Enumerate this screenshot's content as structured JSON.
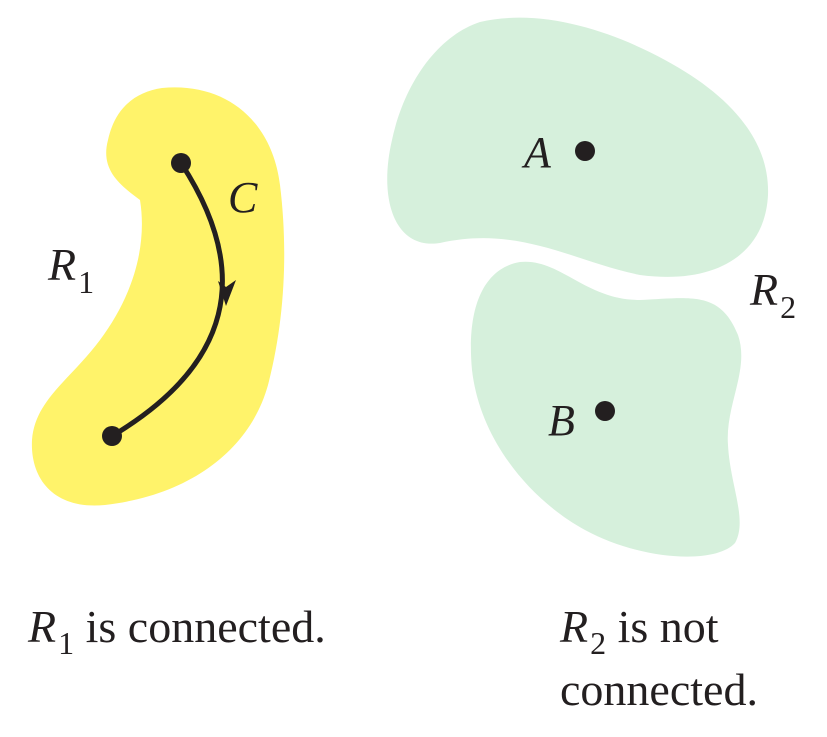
{
  "colors": {
    "region_r1_fill": "#fff36a",
    "region_r2_fill": "#d6f0dc",
    "ink": "#231f20",
    "background": "#ffffff"
  },
  "region_r1": {
    "label_main": "R",
    "label_sub": "1",
    "curve_label": "C"
  },
  "region_r2": {
    "label_main": "R",
    "label_sub": "2",
    "point_a": "A",
    "point_b": "B"
  },
  "captions": {
    "r1": {
      "main": "R",
      "sub": "1",
      "text": " is connected."
    },
    "r2": {
      "main": "R",
      "sub": "2",
      "text_line1": " is not",
      "text_line2": "connected."
    }
  }
}
